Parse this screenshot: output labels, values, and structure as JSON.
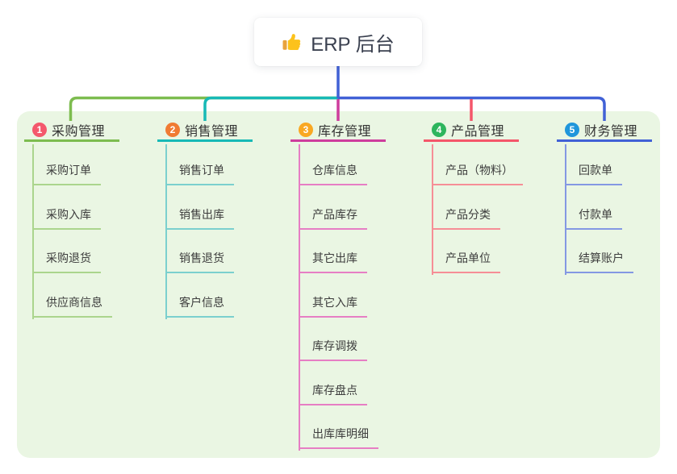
{
  "root": {
    "label": "ERP 后台",
    "icon": "thumbs-up-icon",
    "line_color": "#4161d6"
  },
  "panel": {
    "background": "#eaf6e3"
  },
  "branches": [
    {
      "num": "1",
      "label": "采购管理",
      "badge_color": "#f4586c",
      "line_color": "#7dbc4f",
      "light_color": "#abd58d",
      "children": [
        "采购订单",
        "采购入库",
        "采购退货",
        "供应商信息"
      ]
    },
    {
      "num": "2",
      "label": "销售管理",
      "badge_color": "#f07b33",
      "line_color": "#17b9b6",
      "light_color": "#7bd0ce",
      "children": [
        "销售订单",
        "销售出库",
        "销售退货",
        "客户信息"
      ]
    },
    {
      "num": "3",
      "label": "库存管理",
      "badge_color": "#f9a823",
      "line_color": "#ce3d9d",
      "light_color": "#e67ec4",
      "children": [
        "仓库信息",
        "产品库存",
        "其它出库",
        "其它入库",
        "库存调拨",
        "库存盘点",
        "出库库明细"
      ]
    },
    {
      "num": "4",
      "label": "产品管理",
      "badge_color": "#2db55d",
      "line_color": "#f4566a",
      "light_color": "#f68e96",
      "children": [
        "产品（物料）",
        "产品分类",
        "产品单位"
      ]
    },
    {
      "num": "5",
      "label": "财务管理",
      "badge_color": "#2096db",
      "line_color": "#4161d6",
      "light_color": "#8498e3",
      "children": [
        "回款单",
        "付款单",
        "结算账户"
      ]
    }
  ]
}
